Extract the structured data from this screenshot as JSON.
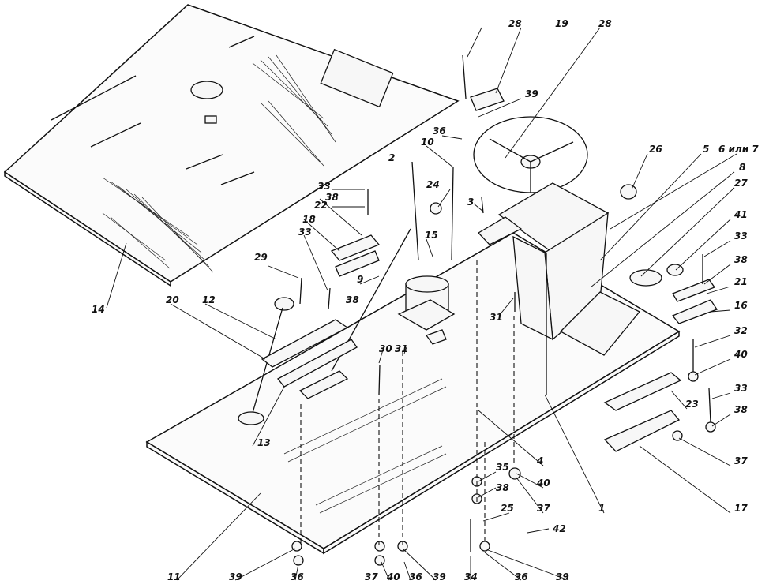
{
  "callouts": [
    {
      "id": "c28a",
      "text": "28"
    },
    {
      "id": "c19",
      "text": "19"
    },
    {
      "id": "c28b",
      "text": "28"
    },
    {
      "id": "c39a",
      "text": "39"
    },
    {
      "id": "c36a",
      "text": "36"
    },
    {
      "id": "c10",
      "text": "10"
    },
    {
      "id": "c26",
      "text": "26"
    },
    {
      "id": "c5",
      "text": "5"
    },
    {
      "id": "c6or7",
      "text": "6 или 7"
    },
    {
      "id": "c8",
      "text": "8"
    },
    {
      "id": "c27",
      "text": "27"
    },
    {
      "id": "c41",
      "text": "41"
    },
    {
      "id": "c33a",
      "text": "33"
    },
    {
      "id": "c38a",
      "text": "38"
    },
    {
      "id": "c21",
      "text": "21"
    },
    {
      "id": "c16a",
      "text": "16"
    },
    {
      "id": "c32",
      "text": "32"
    },
    {
      "id": "c40a",
      "text": "40"
    },
    {
      "id": "c33b",
      "text": "33"
    },
    {
      "id": "c38b",
      "text": "38"
    },
    {
      "id": "c23",
      "text": "23"
    },
    {
      "id": "c37a",
      "text": "37"
    },
    {
      "id": "c17",
      "text": "17"
    },
    {
      "id": "c1",
      "text": "1"
    },
    {
      "id": "c42",
      "text": "42"
    },
    {
      "id": "c25",
      "text": "25"
    },
    {
      "id": "c38c",
      "text": "38"
    },
    {
      "id": "c35",
      "text": "35"
    },
    {
      "id": "c4",
      "text": "4"
    },
    {
      "id": "c40b",
      "text": "40"
    },
    {
      "id": "c37b",
      "text": "37"
    },
    {
      "id": "c39b",
      "text": "39"
    },
    {
      "id": "c36b",
      "text": "36"
    },
    {
      "id": "c34",
      "text": "34"
    },
    {
      "id": "c39c",
      "text": "39"
    },
    {
      "id": "c36c",
      "text": "36"
    },
    {
      "id": "c40c",
      "text": "40"
    },
    {
      "id": "c37c",
      "text": "37"
    },
    {
      "id": "c36d",
      "text": "36"
    },
    {
      "id": "c39d",
      "text": "39"
    },
    {
      "id": "c11",
      "text": "11"
    },
    {
      "id": "c15",
      "text": "15"
    },
    {
      "id": "c12",
      "text": "12"
    },
    {
      "id": "c20",
      "text": "20"
    },
    {
      "id": "c29",
      "text": "29"
    },
    {
      "id": "c33c",
      "text": "33"
    },
    {
      "id": "c18",
      "text": "18"
    },
    {
      "id": "c38d",
      "text": "38"
    },
    {
      "id": "c22",
      "text": "22"
    },
    {
      "id": "c33d",
      "text": "33"
    },
    {
      "id": "c38e",
      "text": "38"
    },
    {
      "id": "c9",
      "text": "9"
    },
    {
      "id": "c2",
      "text": "2"
    },
    {
      "id": "c24",
      "text": "24"
    },
    {
      "id": "c3",
      "text": "3"
    },
    {
      "id": "c13",
      "text": "13"
    },
    {
      "id": "c14",
      "text": "14"
    },
    {
      "id": "c30",
      "text": "30"
    },
    {
      "id": "c31a",
      "text": "31"
    },
    {
      "id": "c31b",
      "text": "31"
    }
  ]
}
